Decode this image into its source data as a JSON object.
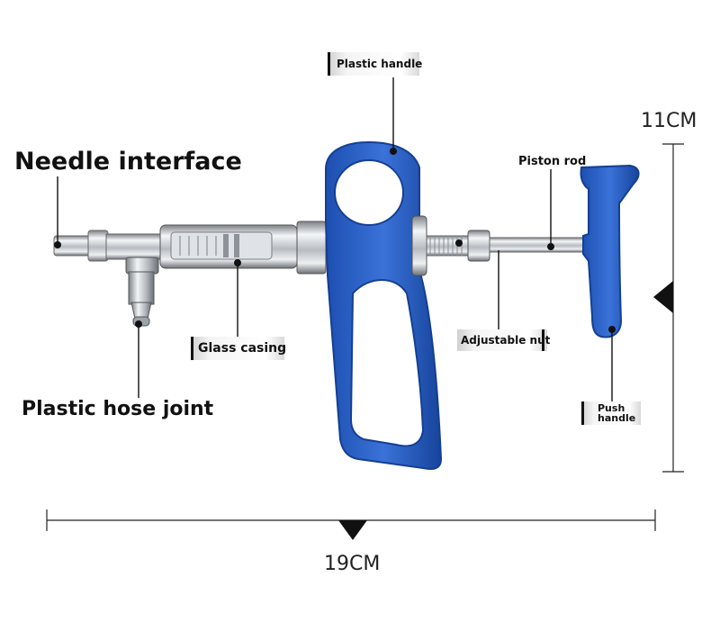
{
  "labels": {
    "needle_interface": "Needle interface",
    "plastic_handle": "Plastic handle",
    "piston_rod": "Piston rod",
    "glass_casing": "Glass casing",
    "adjustable_nut": "Adjustable nut",
    "plastic_hose_joint": "Plastic hose joint",
    "push_handle": "Push handle"
  },
  "dimensions": {
    "height": "11CM",
    "width": "19CM"
  },
  "colors": {
    "handle_blue": "#2a5fc4",
    "handle_blue_dark": "#123f96",
    "metal": "#c8ccd0",
    "leader": "#111111"
  }
}
